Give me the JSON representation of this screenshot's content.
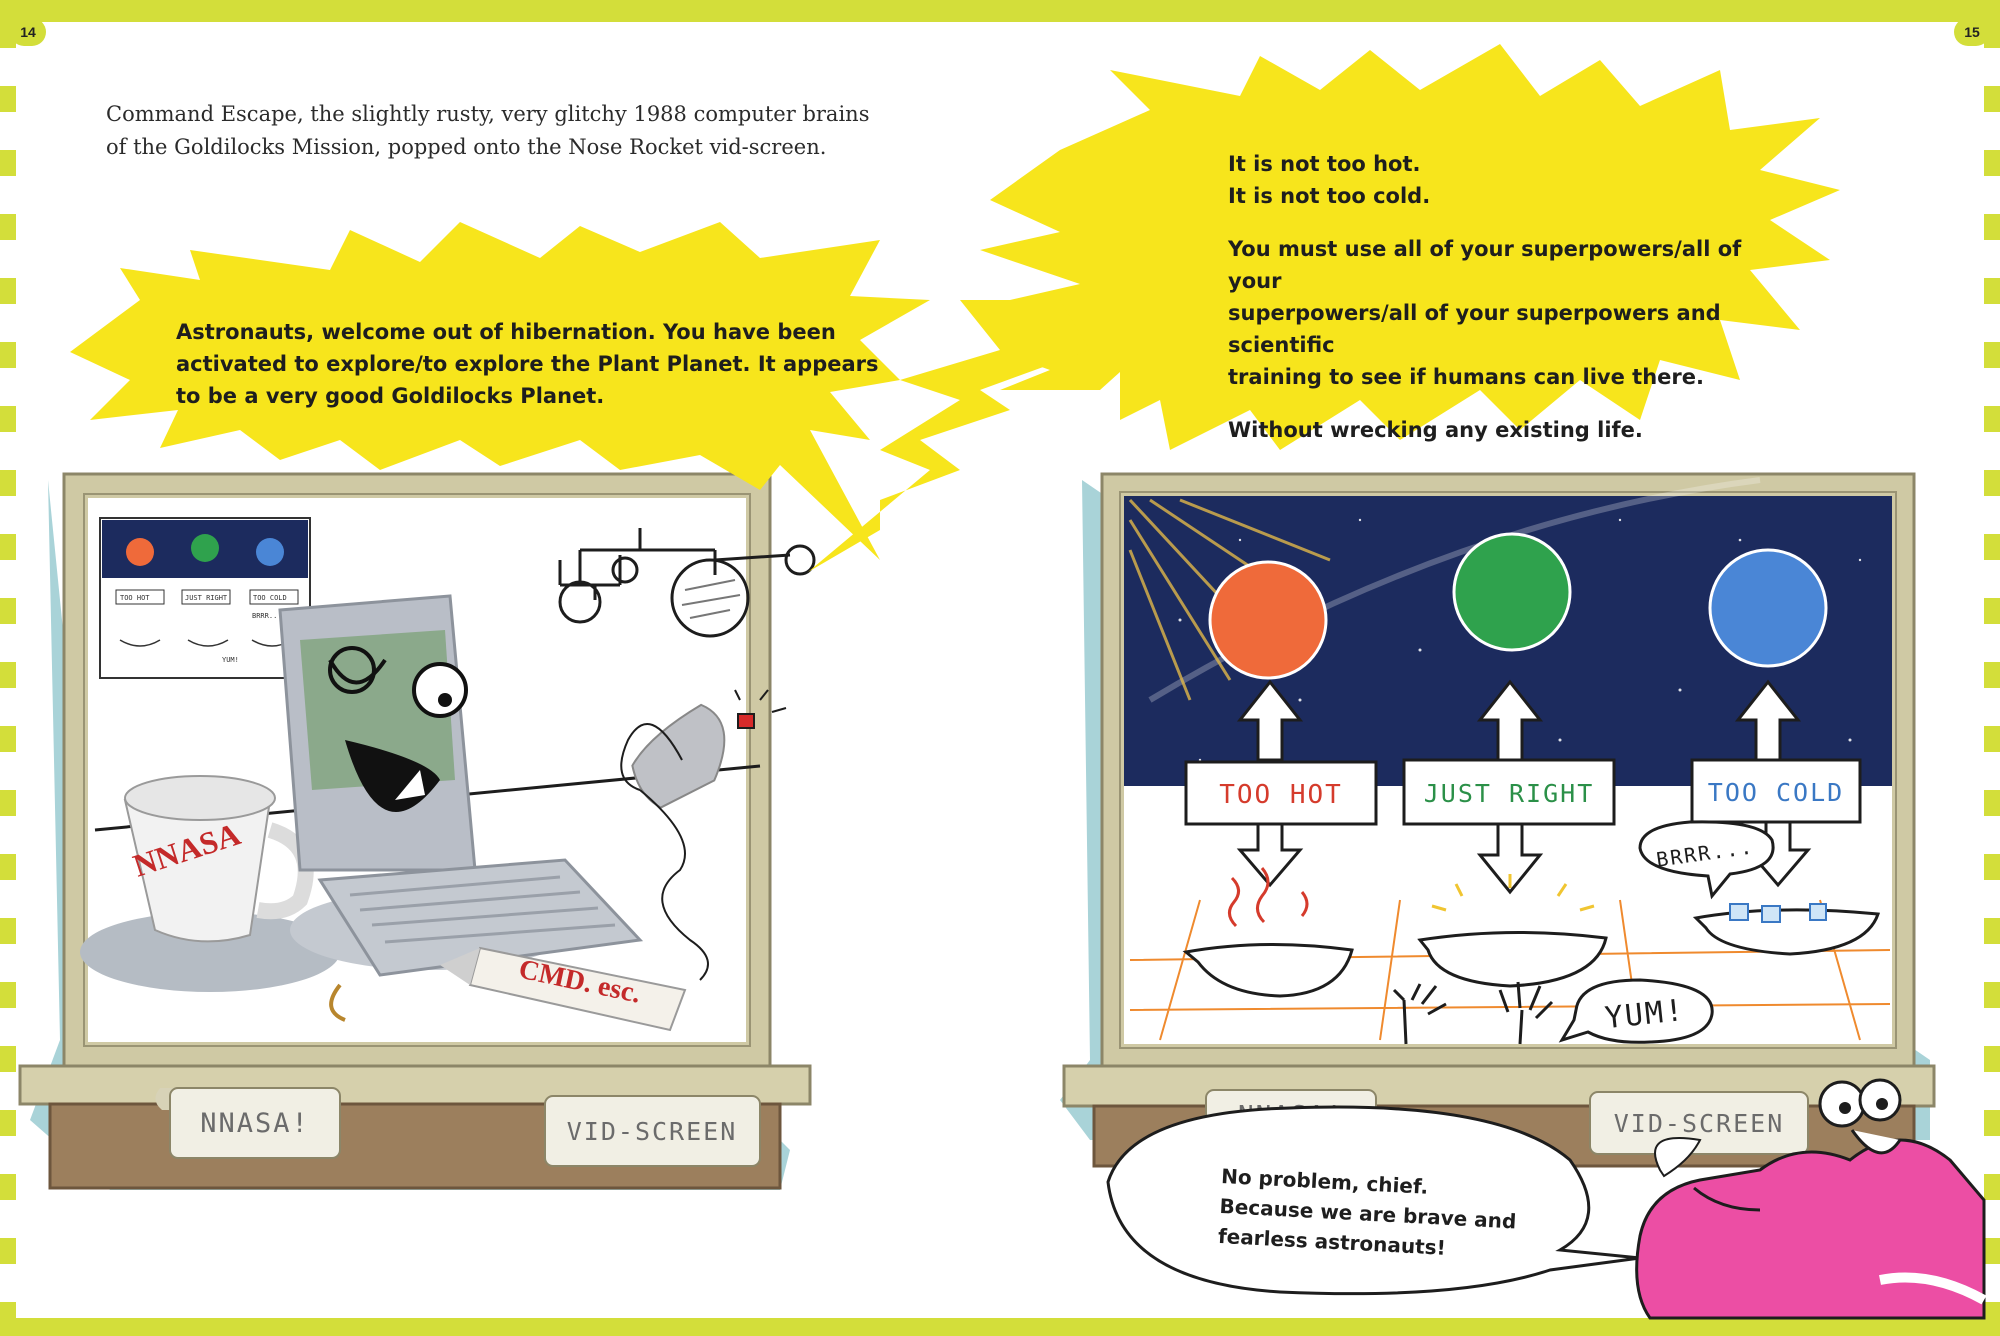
{
  "pages": {
    "left": "14",
    "right": "15"
  },
  "narration": [
    "Command Escape, the slightly rusty, very glitchy 1988 computer brains",
    "of the Goldilocks Mission, popped onto the Nose Rocket vid-screen."
  ],
  "bolt_left": [
    "Astronauts, welcome out of hibernation. You have been",
    "activated to explore/to explore the Plant Planet. It appears",
    "to be a very good Goldilocks Planet."
  ],
  "bolt_right": {
    "line1": "It is not too hot.",
    "line2": "It is not too cold.",
    "para2": [
      "You must use all of your superpowers/all of your",
      "superpowers/all of your superpowers and scientific",
      "training to see if humans can live there."
    ],
    "para3": "Without wrecking any existing life."
  },
  "speech": [
    "No problem, chief.",
    "Because we are brave and",
    "fearless astronauts!"
  ],
  "left_screen": {
    "mug_text": "NNASA",
    "tube_text": "CMD. esc.",
    "plaque_left": "NNASA!",
    "plaque_right": "VID-SCREEN",
    "poster_labels": [
      "TOO HOT",
      "JUST RIGHT",
      "TOO COLD"
    ],
    "poster_bubble_1": "BRRR..",
    "poster_bubble_2": "YUM!"
  },
  "right_screen": {
    "label_hot": "TOO HOT",
    "label_right": "JUST RIGHT",
    "label_cold": "TOO COLD",
    "bubble_brrr": "BRRR...",
    "bubble_yum": "YUM!",
    "plaque_left": "NNASA!",
    "plaque_right": "VID-SCREEN"
  },
  "colors": {
    "accent_green": "#d3de3a",
    "bolt_yellow": "#f7e51c",
    "frame_gold": "#cfc9a4",
    "space_navy": "#1c2b5e",
    "shadow_blue": "#a9d3d8",
    "monster_pink": "#ec4ea4"
  }
}
